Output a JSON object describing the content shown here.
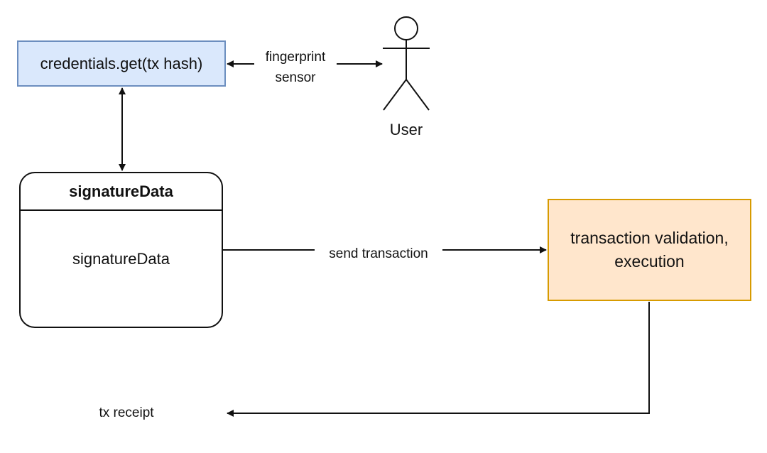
{
  "nodes": {
    "credentials": "credentials.get(tx hash)",
    "signature_header": "signatureData",
    "signature_body": "signatureData",
    "validation_line1": "transaction validation,",
    "validation_line2": "execution"
  },
  "actor": {
    "label": "User"
  },
  "edges": {
    "fingerprint_line1": "fingerprint",
    "fingerprint_line2": "sensor",
    "send": "send transaction",
    "receipt": "tx receipt"
  },
  "colors": {
    "credentials_fill": "#dae8fc",
    "credentials_stroke": "#6c8ebf",
    "validation_fill": "#ffe6cc",
    "validation_stroke": "#d79b00"
  }
}
